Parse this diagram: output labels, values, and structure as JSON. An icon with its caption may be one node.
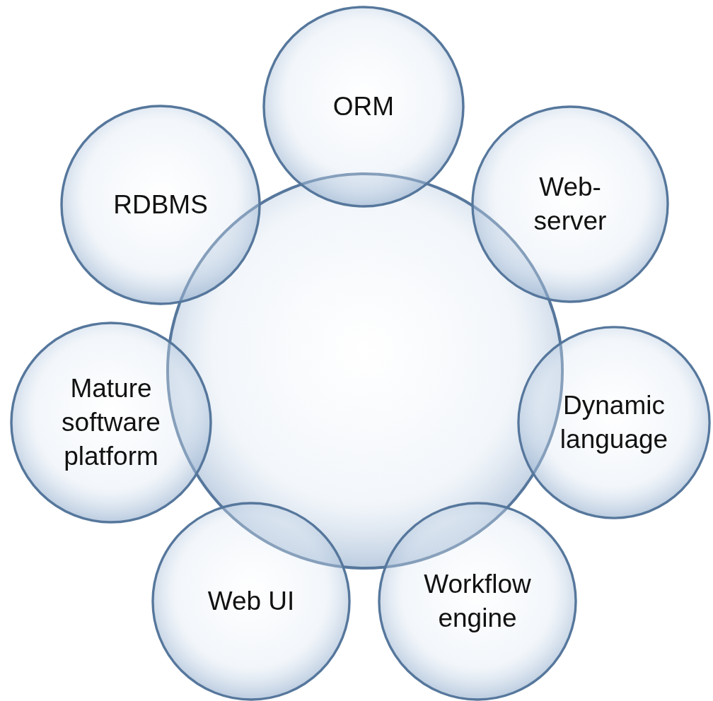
{
  "diagram": {
    "nodes": [
      {
        "text": [],
        "shape": "circle"
      },
      {
        "text": [
          "ORM"
        ]
      },
      {
        "text": [
          "RDBMS"
        ]
      },
      {
        "text": [
          "Web-server"
        ]
      },
      {
        "text": [
          "Mature software platform"
        ]
      },
      {
        "text": [
          "Dynamic language"
        ]
      },
      {
        "text": [
          "Web UI"
        ]
      },
      {
        "text": [
          "Workflow engine"
        ]
      }
    ]
  }
}
